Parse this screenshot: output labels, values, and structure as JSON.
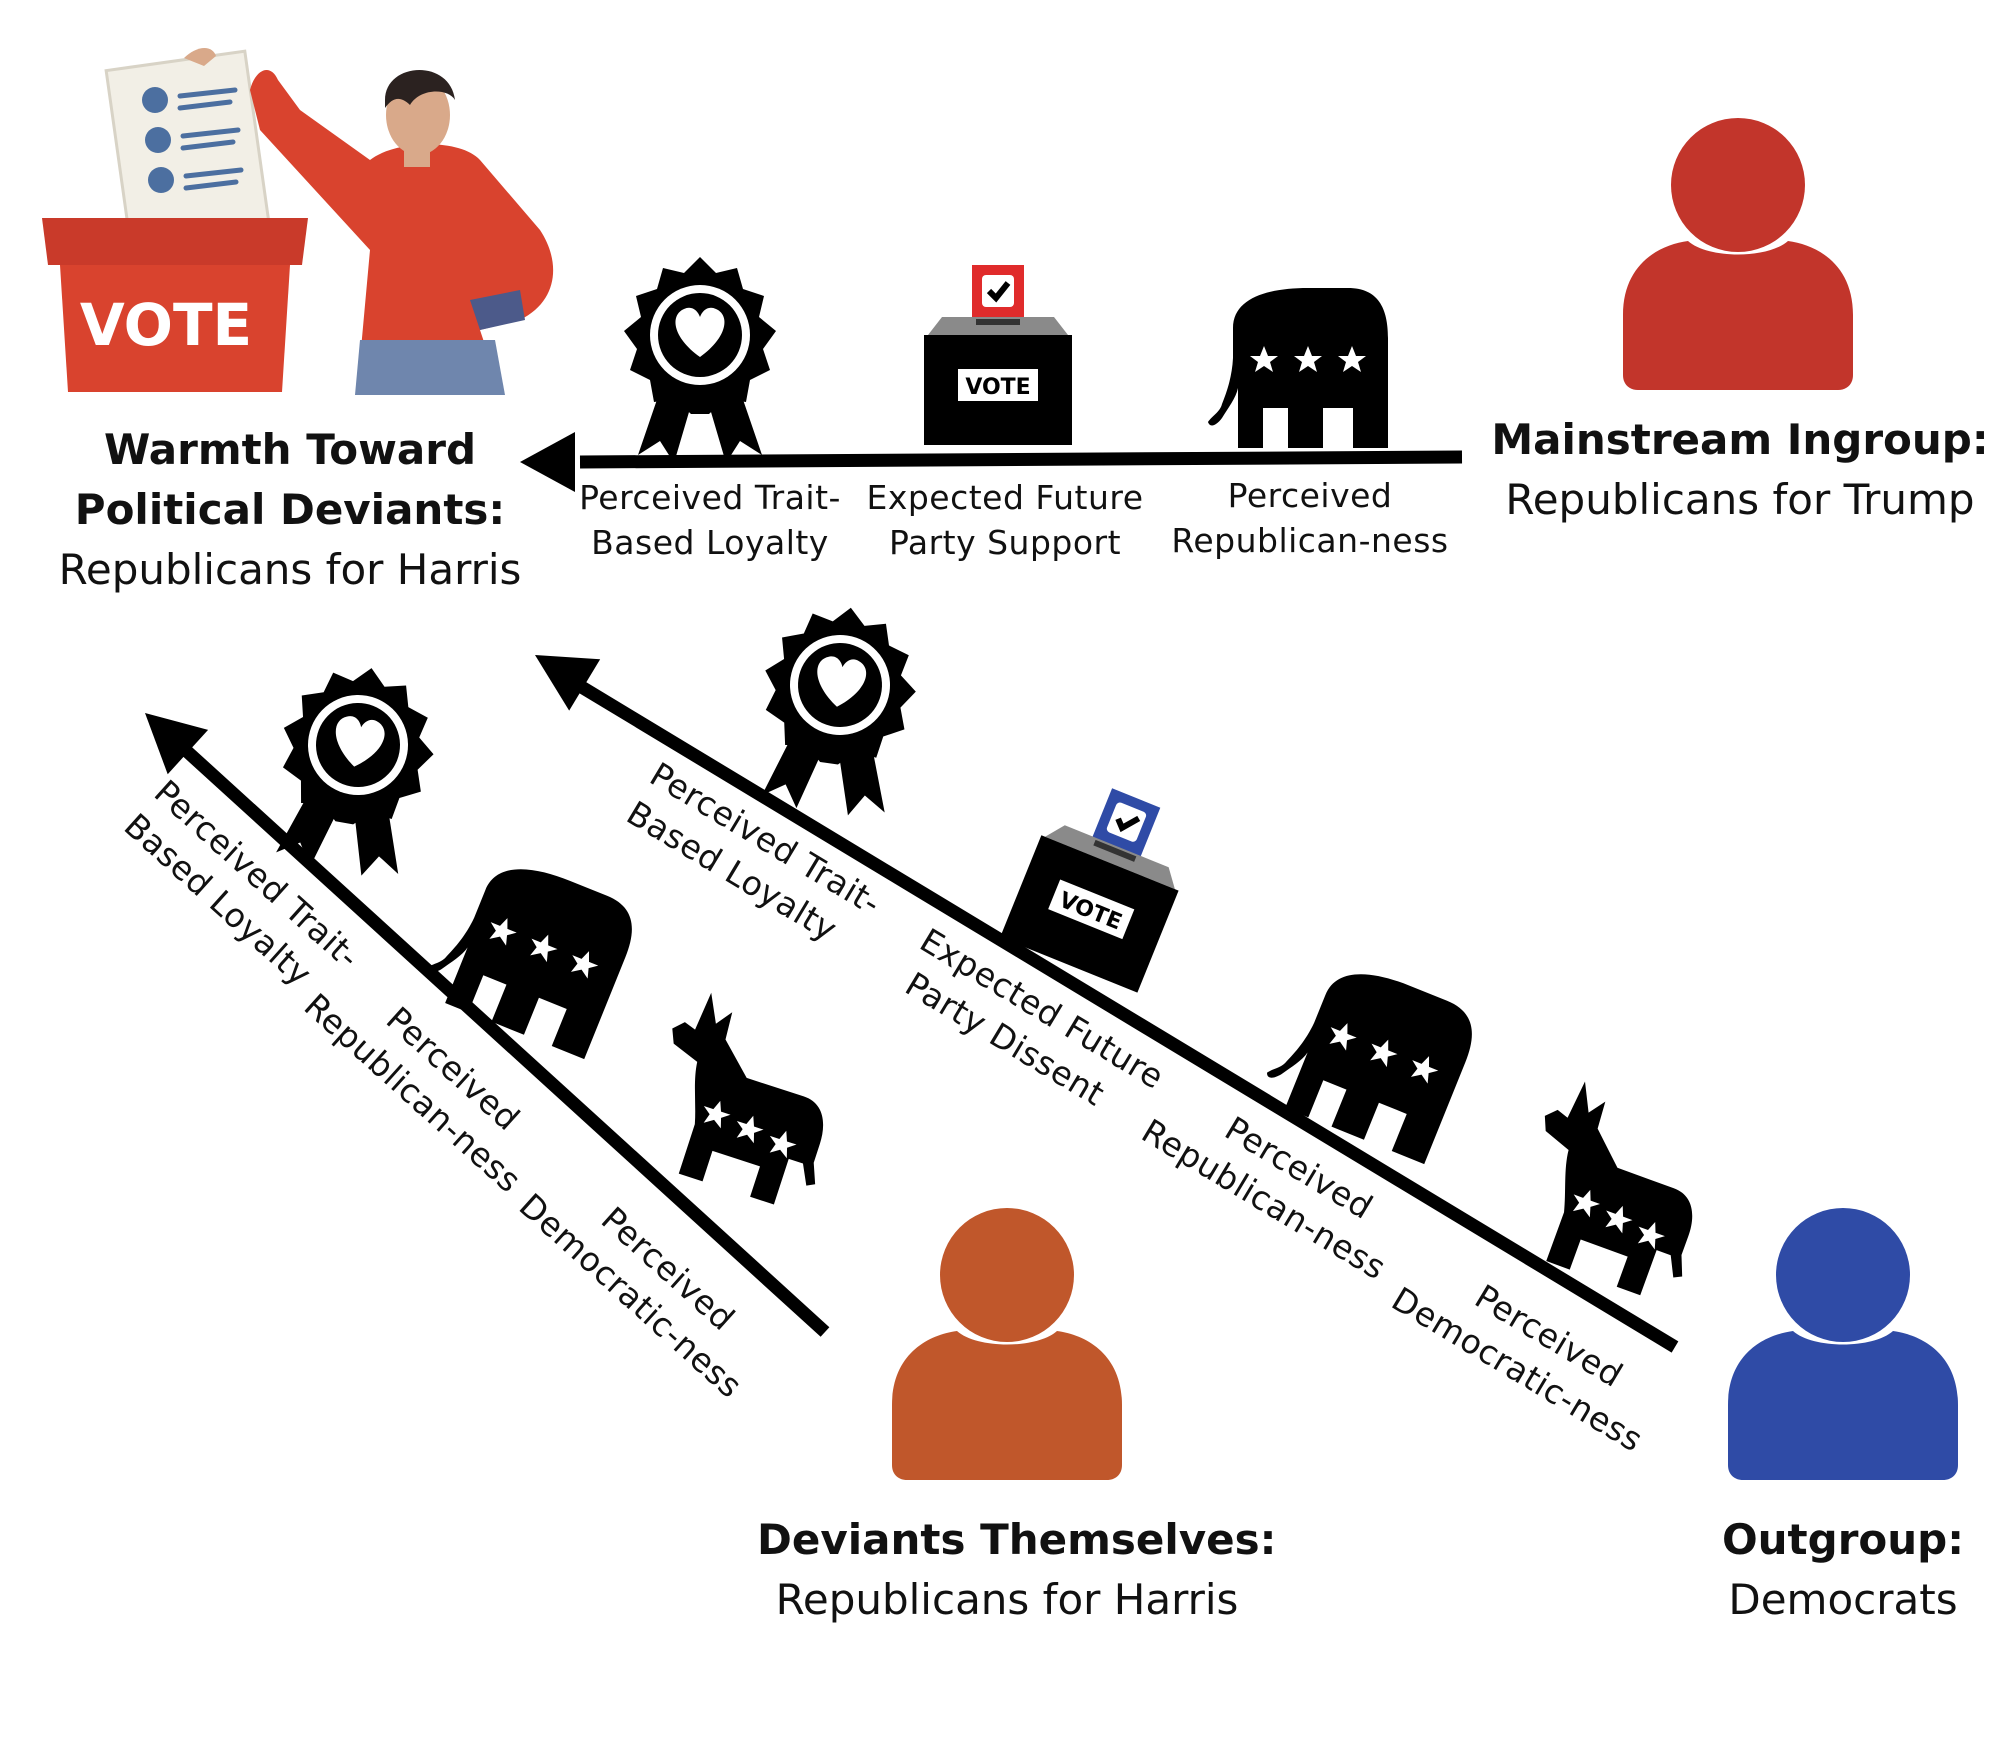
{
  "colors": {
    "mainstream_ingroup": "#c2352b",
    "deviants_themselves": "#c0572b",
    "outgroup": "#2f4ba6",
    "arrow": "#000000",
    "ballot_check_red": "#e02b2b",
    "ballot_check_blue": "#2f4ba6",
    "illustration_red": "#d9432e"
  },
  "illustration": {
    "ballot_box_label": "VOTE"
  },
  "outcome": {
    "title_line1": "Warmth Toward",
    "title_line2": "Political Deviants:",
    "subtitle": "Republicans for Harris"
  },
  "groups": {
    "mainstream": {
      "title": "Mainstream Ingroup:",
      "subtitle": "Republicans for Trump"
    },
    "deviants": {
      "title": "Deviants Themselves:",
      "subtitle": "Republicans for Harris"
    },
    "outgroup": {
      "title": "Outgroup:",
      "subtitle": "Democrats"
    }
  },
  "paths": {
    "mainstream": {
      "mediators": [
        {
          "line1": "Perceived Trait-",
          "line2": "Based Loyalty",
          "icon": "loyalty-ribbon-icon"
        },
        {
          "line1": "Expected Future",
          "line2": "Party Support",
          "icon": "ballot-box-icon",
          "box_label": "VOTE"
        },
        {
          "line1": "Perceived",
          "line2": "Republican-ness",
          "icon": "republican-elephant-icon"
        }
      ]
    },
    "outgroup": {
      "mediators": [
        {
          "line1": "Perceived Trait-",
          "line2": "Based Loyalty",
          "icon": "loyalty-ribbon-icon"
        },
        {
          "line1": "Expected Future",
          "line2": "Party Dissent",
          "icon": "ballot-box-icon",
          "box_label": "VOTE"
        },
        {
          "line1": "Perceived",
          "line2": "Republican-ness",
          "icon": "republican-elephant-icon"
        },
        {
          "line1": "Perceived",
          "line2": "Democratic-ness",
          "icon": "democratic-donkey-icon"
        }
      ]
    },
    "deviants": {
      "mediators": [
        {
          "line1": "Perceived Trait-",
          "line2": "Based Loyalty",
          "icon": "loyalty-ribbon-icon"
        },
        {
          "line1": "Perceived",
          "line2": "Republican-ness",
          "icon": "republican-elephant-icon"
        },
        {
          "line1": "Perceived",
          "line2": "Democratic-ness",
          "icon": "democratic-donkey-icon"
        }
      ]
    }
  }
}
